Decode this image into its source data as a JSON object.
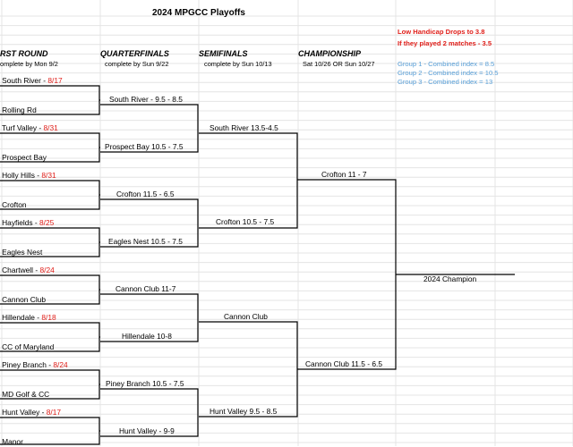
{
  "title": "2024 MPGCC Playoffs",
  "notes": {
    "line1": "Low Handicap Drops to 3.8",
    "line2": "If they played 2 matches - 3.5",
    "groups": [
      "Group 1 - Combined index = 8.5",
      "Group 2 - Combined index = 10.5",
      "Group 3 - Combined index = 13"
    ]
  },
  "rounds": [
    {
      "name": "RST ROUND",
      "deadline": "omplete by Mon 9/2"
    },
    {
      "name": "QUARTERFINALS",
      "deadline": "complete by Sun 9/22"
    },
    {
      "name": "SEMIFINALS",
      "deadline": "complete by Sun 10/13"
    },
    {
      "name": "CHAMPIONSHIP",
      "deadline": "Sat 10/26 OR Sun 10/27"
    }
  ],
  "first_round": [
    {
      "team": "- South River - ",
      "date": "8/17"
    },
    {
      "team": "- Rolling Rd",
      "date": ""
    },
    {
      "team": "- Turf Valley - ",
      "date": "8/31"
    },
    {
      "team": "- Prospect Bay",
      "date": ""
    },
    {
      "team": "- Holly Hills - ",
      "date": "8/31"
    },
    {
      "team": "- Crofton",
      "date": ""
    },
    {
      "team": "- Hayfields - ",
      "date": "8/25"
    },
    {
      "team": "- Eagles Nest",
      "date": ""
    },
    {
      "team": "- Chartwell - ",
      "date": "8/24"
    },
    {
      "team": "- Cannon Club",
      "date": ""
    },
    {
      "team": "- Hillendale - ",
      "date": "8/18"
    },
    {
      "team": "- CC of Maryland",
      "date": ""
    },
    {
      "team": "- Piney Branch - ",
      "date": "8/24"
    },
    {
      "team": "- MD Golf & CC",
      "date": ""
    },
    {
      "team": "- Hunt Valley - ",
      "date": "8/17"
    },
    {
      "team": "- Manor",
      "date": ""
    }
  ],
  "quarterfinals": [
    "South River - 9.5 - 8.5",
    "Prospect Bay 10.5 - 7.5",
    "Crofton 11.5 - 6.5",
    "Eagles Nest 10.5 - 7.5",
    "Cannon Club 11-7",
    "Hillendale 10-8",
    "Piney Branch 10.5 - 7.5",
    "Hunt Valley -  9-9"
  ],
  "semifinals": [
    "South River  13.5-4.5",
    "Crofton 10.5 - 7.5",
    "Cannon Club",
    "Hunt Valley 9.5 - 8.5"
  ],
  "championship": [
    "Crofton 11 - 7",
    "Cannon Club 11.5 - 6.5"
  ],
  "champion": "2024 Champion"
}
